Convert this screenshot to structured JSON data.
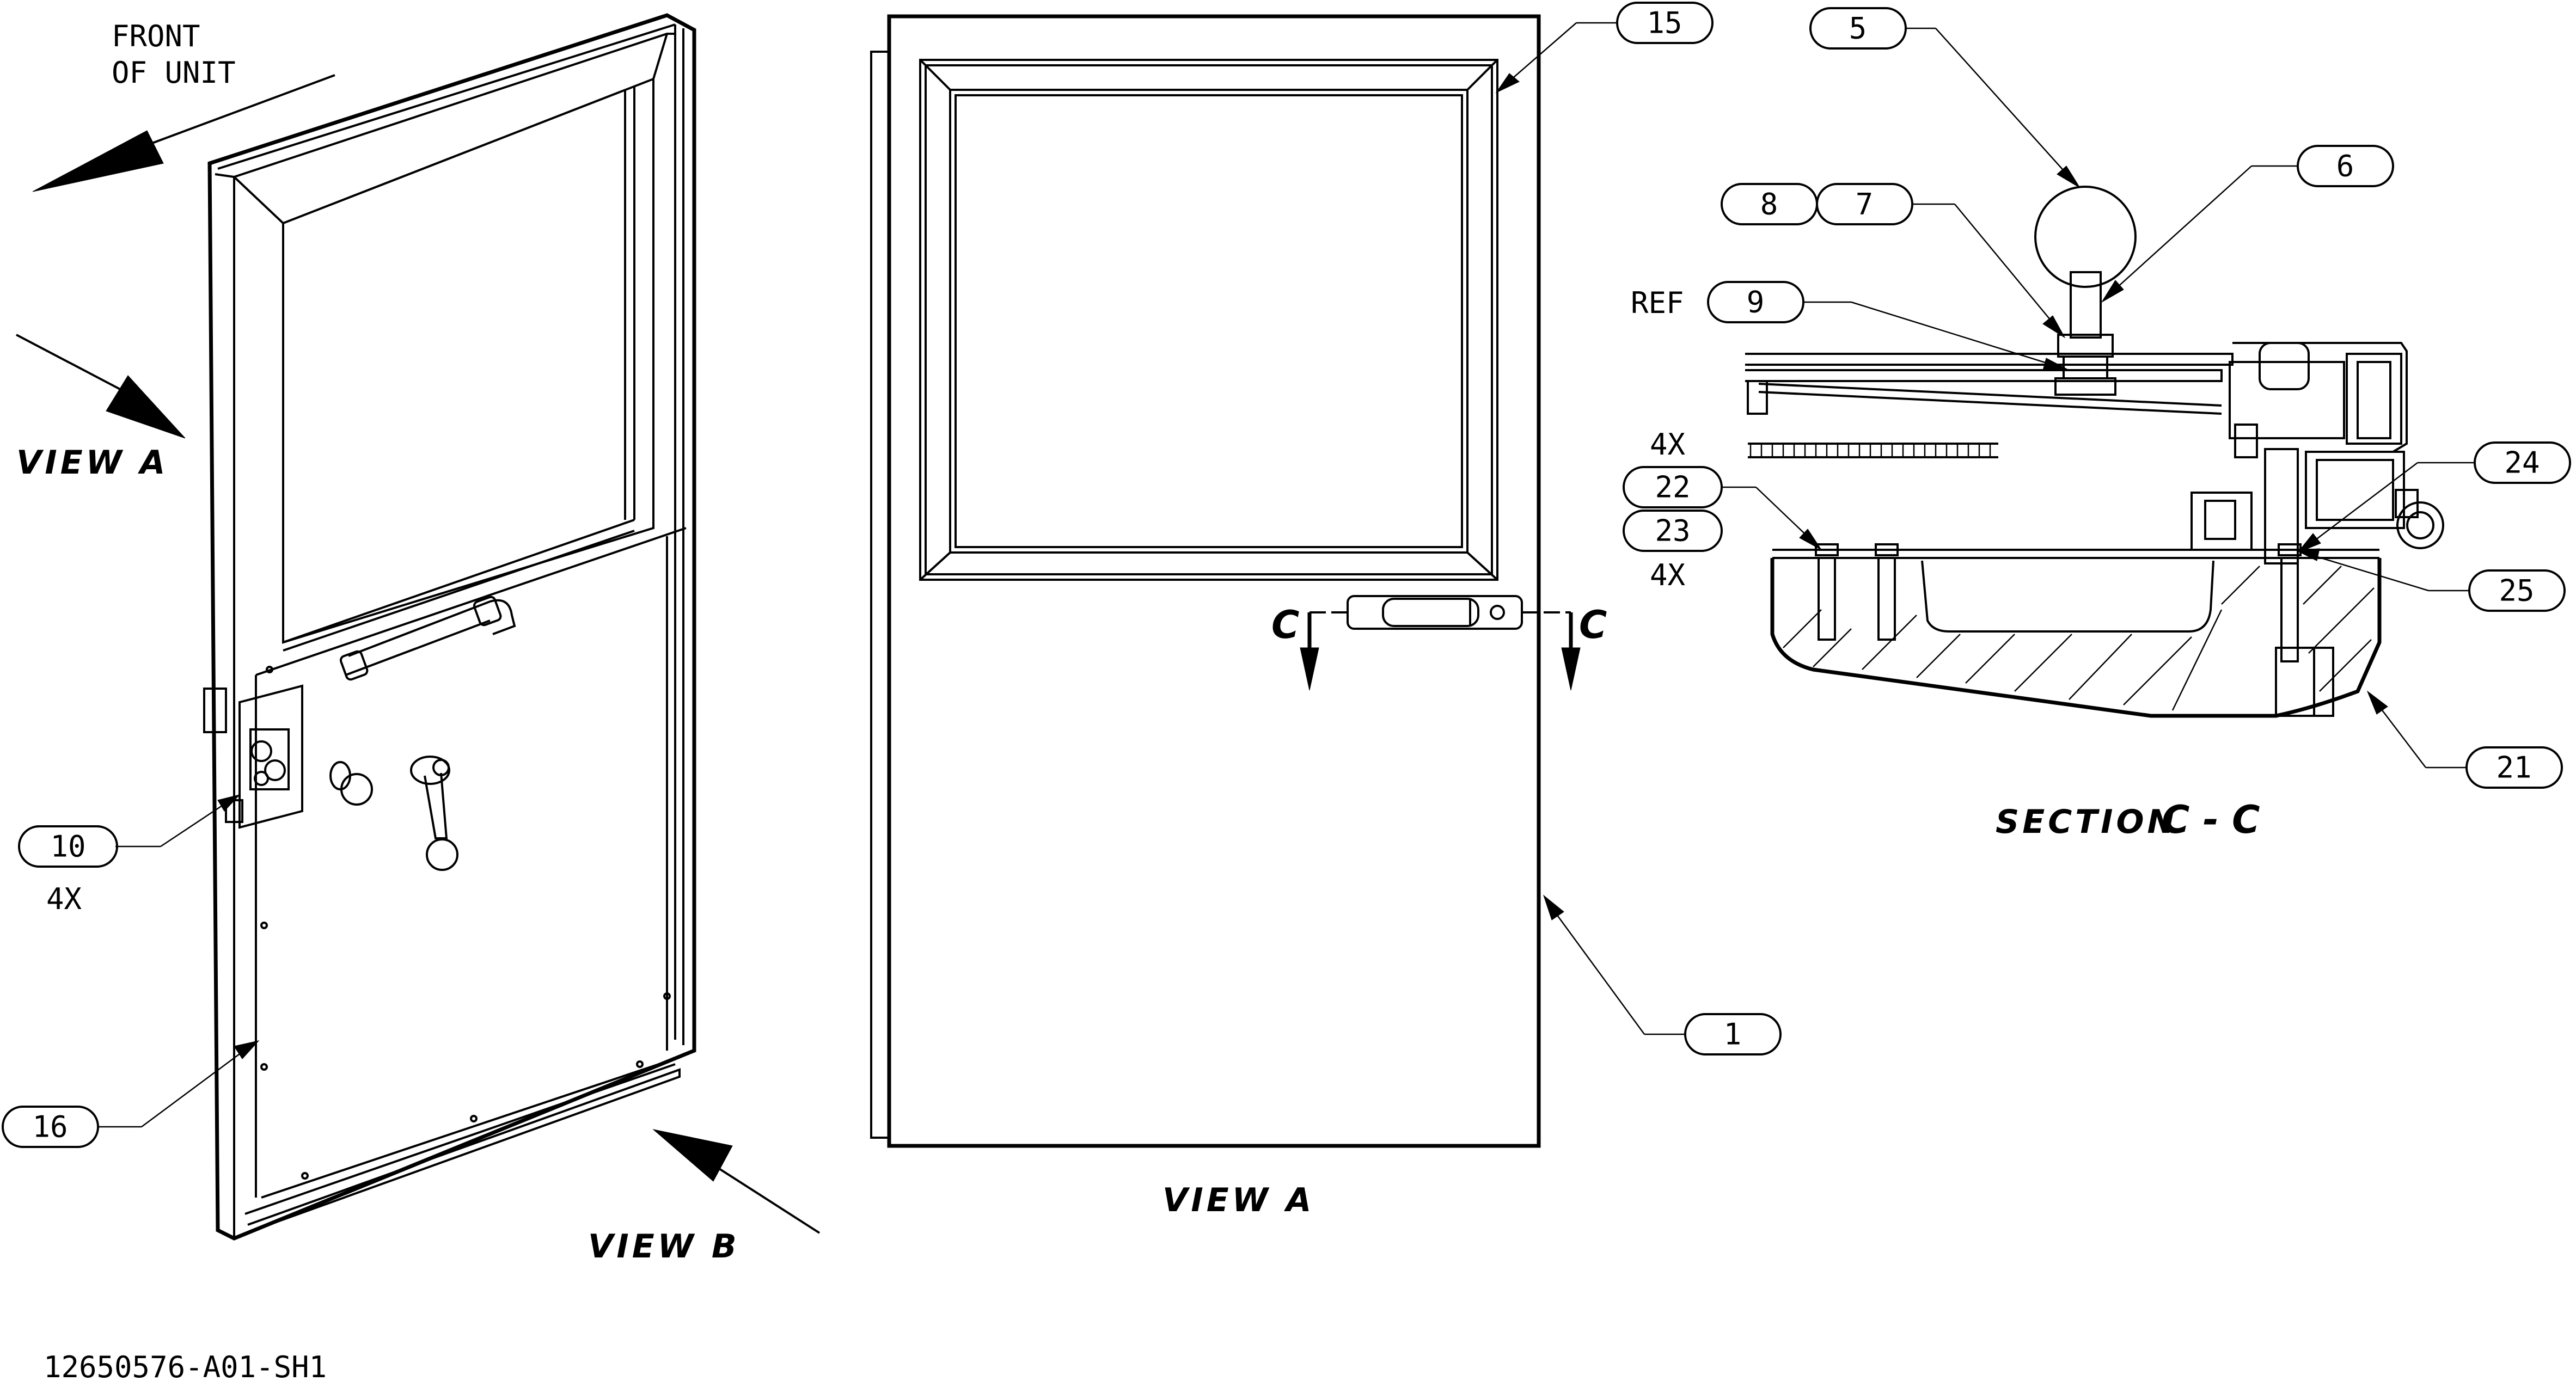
{
  "front_label": [
    "FRONT",
    "OF UNIT"
  ],
  "views": {
    "view_a_left": "VIEW A",
    "view_b": "VIEW B",
    "view_a_center": "VIEW A",
    "section_title": "SECTION",
    "section_letters": "C - C"
  },
  "section_markers": {
    "left": "C",
    "right": "C"
  },
  "balloons": {
    "b1": "1",
    "b5": "5",
    "b6": "6",
    "b7": "7",
    "b8": "8",
    "b9": "9",
    "b10": "10",
    "b15": "15",
    "b16": "16",
    "b21": "21",
    "b22": "22",
    "b23": "23",
    "b24": "24",
    "b25": "25"
  },
  "notes": {
    "ref": "REF",
    "qty_10": "4X",
    "qty_22_top": "4X",
    "qty_23_bottom": "4X"
  },
  "drawing_number": "12650576-A01-SH1"
}
